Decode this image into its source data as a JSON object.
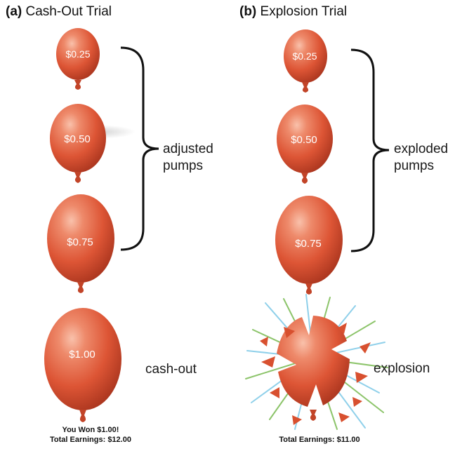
{
  "panel_a": {
    "letter": "(a)",
    "title": "Cash-Out Trial",
    "balloons": [
      "$0.25",
      "$0.50",
      "$0.75",
      "$1.00"
    ],
    "bracket_label_line1": "adjusted",
    "bracket_label_line2": "pumps",
    "final_label": "cash-out",
    "footer_line1": "You Won $1.00!",
    "footer_line2": "Total Earnings: $12.00"
  },
  "panel_b": {
    "letter": "(b)",
    "title": "Explosion Trial",
    "balloons": [
      "$0.25",
      "$0.50",
      "$0.75"
    ],
    "bracket_label_line1": "exploded",
    "bracket_label_line2": "pumps",
    "final_label": "explosion",
    "footer_line1": "Total Earnings: $11.00"
  },
  "colors": {
    "balloon_highlight": "#f7b29b",
    "balloon_mid": "#e2583a",
    "balloon_dark": "#a5321c",
    "ray_blue": "#8fd0ea",
    "ray_green": "#8cc46a"
  }
}
